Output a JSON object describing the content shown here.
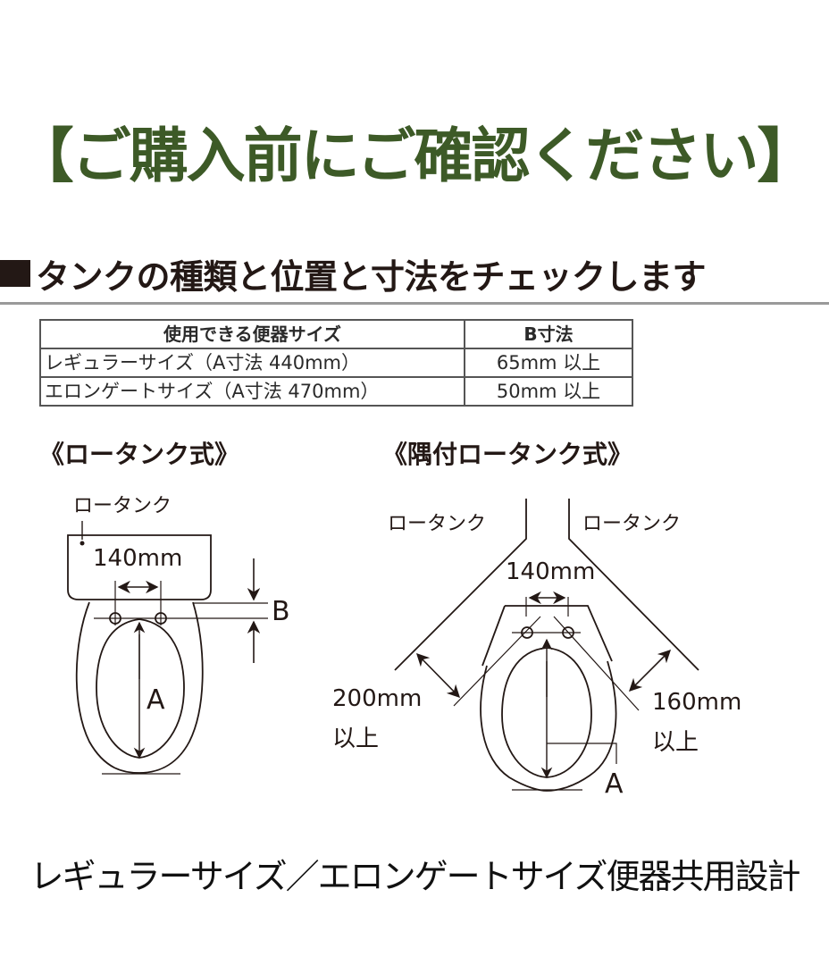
{
  "title": "【ご購入前にご確認ください】",
  "section_header": "タンクの種類と位置と寸法をチェックします",
  "table": {
    "headers": [
      "使用できる便器サイズ",
      "B寸法"
    ],
    "rows": [
      {
        "size": "レギュラーサイズ（A寸法 440mm）",
        "b_dimension": "65mm 以上"
      },
      {
        "size": "エロンゲートサイズ（A寸法 470mm）",
        "b_dimension": "50mm 以上"
      }
    ]
  },
  "diagram_low_tank": {
    "title": "《ロータンク式》",
    "tank_label": "ロータンク",
    "hole_spacing": "140mm",
    "dim_b": "B",
    "dim_a": "A"
  },
  "diagram_corner_tank": {
    "title": "《隅付ロータンク式》",
    "tank_label_left": "ロータンク",
    "tank_label_right": "ロータンク",
    "hole_spacing": "140mm",
    "left_clearance": "200mm",
    "left_clearance_suffix": "以上",
    "right_clearance": "160mm",
    "right_clearance_suffix": "以上",
    "dim_a": "A"
  },
  "footer": "レギュラーサイズ／エロンゲートサイズ便器共用設計",
  "colors": {
    "title_green": "#3d5a27",
    "text_dark": "#231815",
    "rule_gray": "#9a9a9a"
  }
}
